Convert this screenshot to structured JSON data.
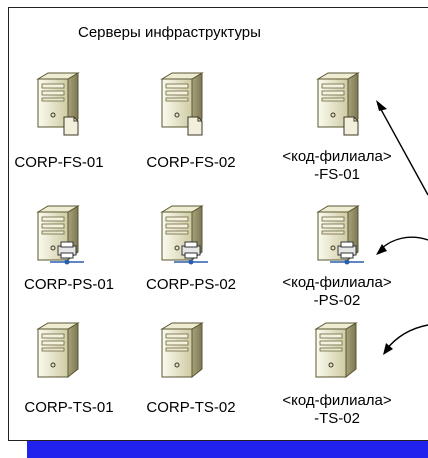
{
  "group": {
    "title": "Серверы инфраструктуры"
  },
  "servers": [
    {
      "label": "CORP-FS-01",
      "role": "file-server"
    },
    {
      "label": "CORP-FS-02",
      "role": "file-server"
    },
    {
      "label": "<код-филиала>\n-FS-01",
      "role": "file-server"
    },
    {
      "label": "CORP-PS-01",
      "role": "print-server"
    },
    {
      "label": "CORP-PS-02",
      "role": "print-server"
    },
    {
      "label": "<код-филиала>\n-PS-02",
      "role": "print-server"
    },
    {
      "label": "CORP-TS-01",
      "role": "terminal-server"
    },
    {
      "label": "CORP-TS-02",
      "role": "terminal-server"
    },
    {
      "label": "<код-филиала>\n-TS-02",
      "role": "terminal-server"
    }
  ],
  "colors": {
    "frame": "#222222",
    "bar": "#2222ee",
    "server_body": "#d8d4b0",
    "server_edge": "#5a5630"
  }
}
